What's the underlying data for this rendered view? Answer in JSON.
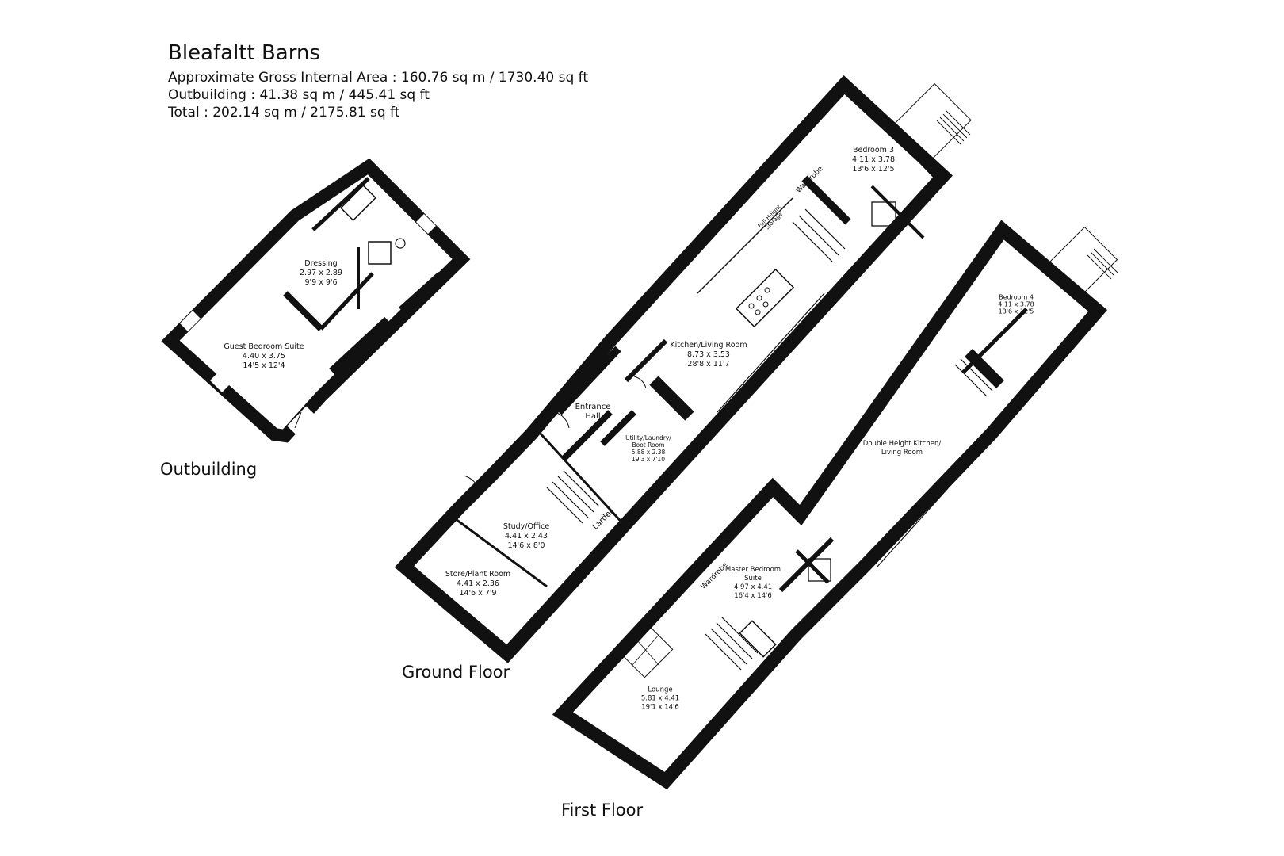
{
  "header": {
    "title": "Bleafaltt Barns",
    "gross_area": "Approximate Gross Internal Area : 160.76 sq m / 1730.40 sq ft",
    "outbuilding_area": "Outbuilding : 41.38 sq m / 445.41 sq ft",
    "total_area": "Total : 202.14 sq m / 2175.81 sq ft"
  },
  "floors": {
    "outbuilding": "Outbuilding",
    "ground": "Ground Floor",
    "first": "First Floor"
  },
  "rooms": {
    "dressing": {
      "name": "Dressing",
      "metric": "2.97 x 2.89",
      "imperial": "9'9 x 9'6"
    },
    "guest_suite": {
      "name": "Guest Bedroom Suite",
      "metric": "4.40 x 3.75",
      "imperial": "14'5 x 12'4"
    },
    "bedroom3": {
      "name": "Bedroom 3",
      "metric": "4.11 x 3.78",
      "imperial": "13'6 x 12'5"
    },
    "kitchen": {
      "name": "Kitchen/Living Room",
      "metric": "8.73 x 3.53",
      "imperial": "28'8 x 11'7"
    },
    "entrance": {
      "name": "Entrance",
      "name2": "Hall"
    },
    "utility": {
      "name": "Utility/Laundry/",
      "name2": "Boot Room",
      "metric": "5.88 x 2.38",
      "imperial": "19'3 x 7'10"
    },
    "study": {
      "name": "Study/Office",
      "metric": "4.41 x 2.43",
      "imperial": "14'6 x 8'0"
    },
    "store": {
      "name": "Store/Plant Room",
      "metric": "4.41 x 2.36",
      "imperial": "14'6 x 7'9"
    },
    "larder": {
      "name": "Larder"
    },
    "wardrobe_ground": {
      "name": "Wardrobe"
    },
    "storage": {
      "name": "Full Height",
      "name2": "Storage"
    },
    "bedroom4": {
      "name": "Bedroom 4",
      "metric": "4.11 x 3.78",
      "imperial": "13'6 x 12'5"
    },
    "double_height": {
      "name": "Double Height Kitchen/",
      "name2": "Living Room"
    },
    "master": {
      "name": "Master Bedroom",
      "name2": "Suite",
      "metric": "4.97 x 4.41",
      "imperial": "16'4 x 14'6"
    },
    "wardrobe_first": {
      "name": "Wardrobe"
    },
    "lounge": {
      "name": "Lounge",
      "metric": "5.81 x 4.41",
      "imperial": "19'1 x 14'6"
    }
  }
}
